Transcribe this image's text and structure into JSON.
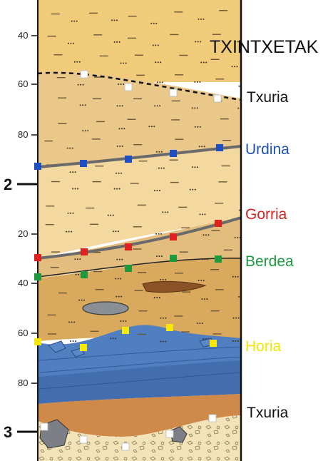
{
  "title": "TXINTXETAK",
  "depth_labels": [
    "40",
    "60",
    "80",
    "2",
    "20",
    "40",
    "60",
    "80",
    "3"
  ],
  "layers": [
    {
      "key": "txuria_top",
      "name": "Txuria",
      "color": "#111111",
      "marker": "#ffffff"
    },
    {
      "key": "urdina",
      "name": "Urdina",
      "color": "#1f4fc4",
      "marker": "#1f4fc4"
    },
    {
      "key": "gorria",
      "name": "Gorria",
      "color": "#d91f1f",
      "marker": "#e0201c"
    },
    {
      "key": "berdea",
      "name": "Berdea",
      "color": "#1e9a3e",
      "marker": "#1e9a3e"
    },
    {
      "key": "horia",
      "name": "Horia",
      "color": "#f2e600",
      "marker": "#f7ea00"
    },
    {
      "key": "txuria_bottom",
      "name": "Txuria",
      "color": "#111111",
      "marker": "#ffffff"
    }
  ]
}
